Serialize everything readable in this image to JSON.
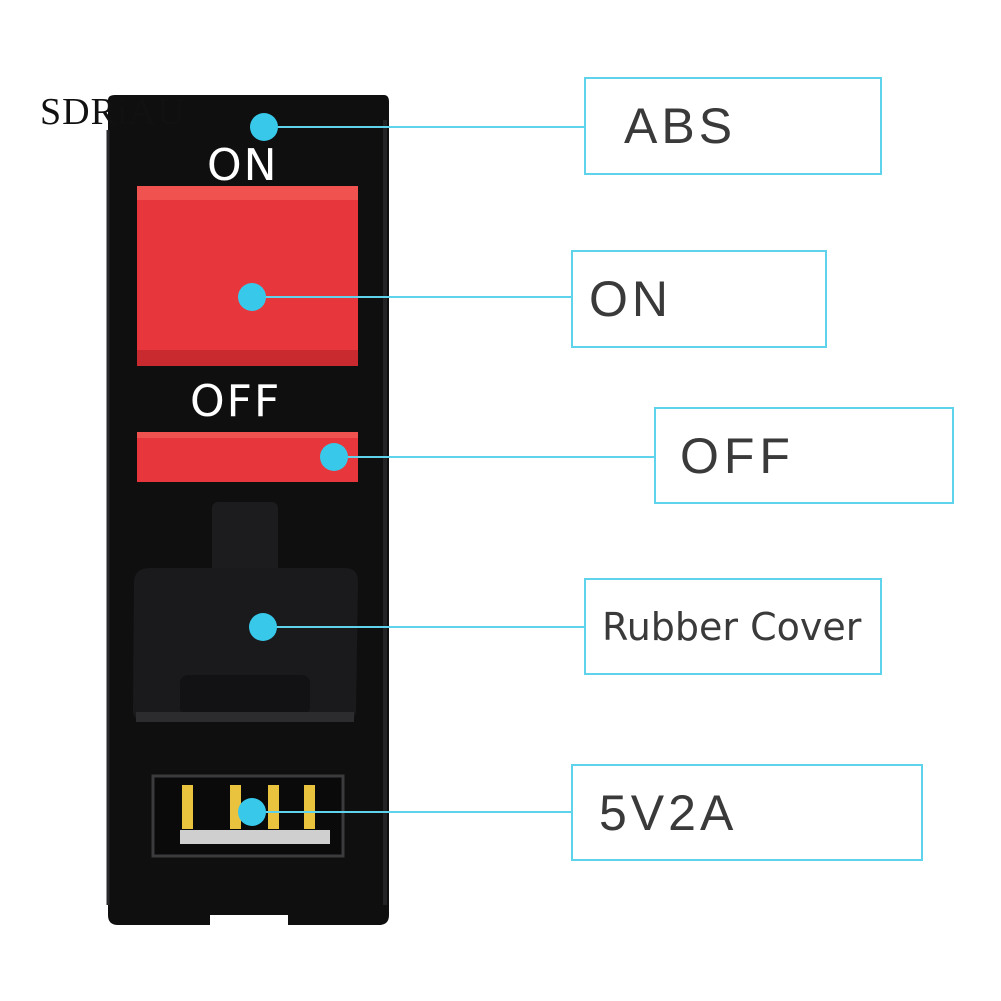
{
  "brand": "SDRiAU",
  "device": {
    "on_mark": "ON",
    "off_mark": "OFF"
  },
  "callouts": {
    "abs": "ABS",
    "on": "ON",
    "off": "OFF",
    "rubber_cover": "Rubber Cover",
    "usb": "5V2A"
  },
  "colors": {
    "body": "#0f0f10",
    "rocker": "#e8373c",
    "marker": "#37c8ea",
    "callout_border": "#5fd3ec",
    "usb_pins": "#e9c33d"
  }
}
